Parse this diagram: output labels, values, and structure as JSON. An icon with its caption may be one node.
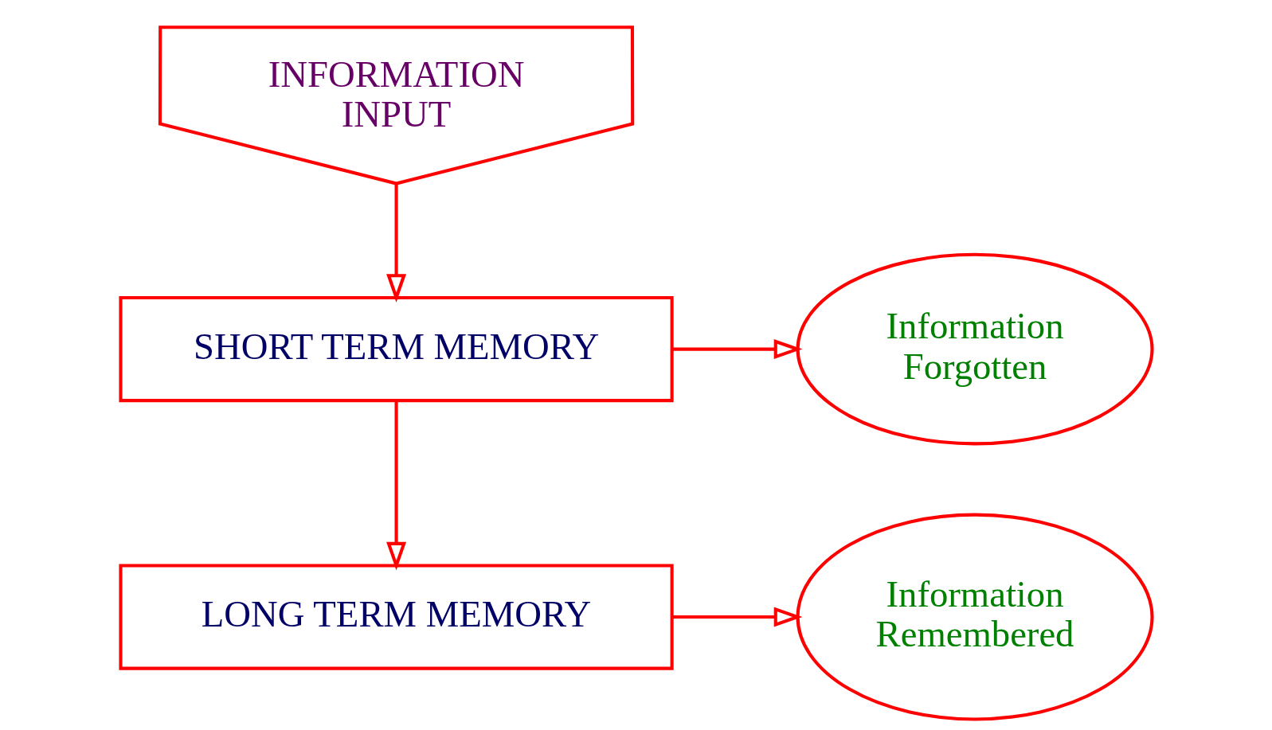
{
  "diagram": {
    "nodes": [
      {
        "text": [
          "INFORMATION INPUT"
        ]
      },
      {
        "text": [
          "SHORT TERM MEMORY"
        ]
      },
      {
        "text": [
          "Information Forgotten"
        ]
      },
      {
        "text": [
          "LONG TERM MEMORY"
        ]
      },
      {
        "text": [
          "Information Remembered"
        ]
      }
    ],
    "edges": [
      {
        "from": 0,
        "to": 1,
        "arrow": "to"
      },
      {
        "from": 1,
        "to": 2,
        "arrow": "to"
      },
      {
        "from": 1,
        "to": 3,
        "arrow": "to"
      },
      {
        "from": 3,
        "to": 4,
        "arrow": "to"
      }
    ]
  }
}
